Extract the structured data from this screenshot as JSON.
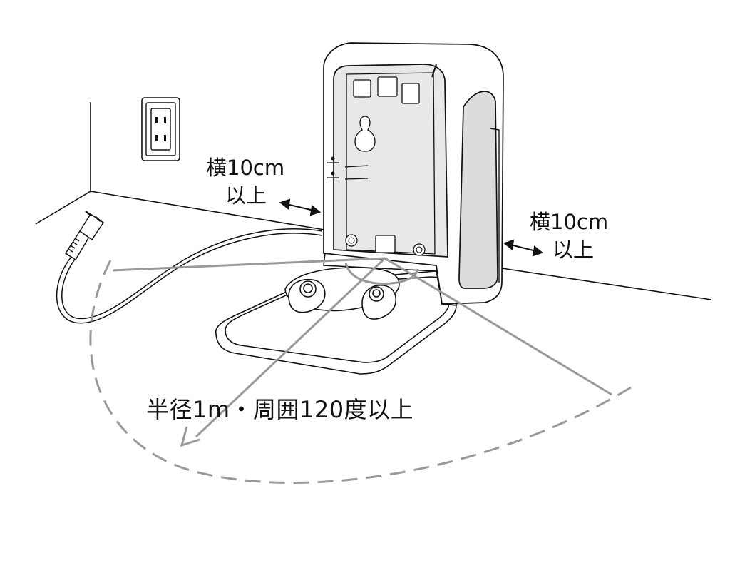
{
  "labels": {
    "left_side_line1": "横10cm",
    "left_side_line2": "以上",
    "right_side_line1": "横10cm",
    "right_side_line2": "以上",
    "front_clearance": "半径1m・周囲120度以上"
  },
  "colors": {
    "outline": "#111111",
    "guide_gray": "#999999",
    "panel_fill": "#e8e8e8",
    "side_fill": "#dcdcdc",
    "background": "#ffffff"
  }
}
